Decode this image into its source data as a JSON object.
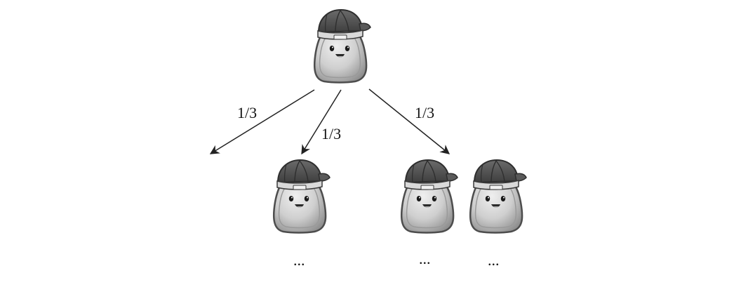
{
  "diagram": {
    "edges": [
      {
        "from": "root",
        "to": "empty",
        "label": "1/3"
      },
      {
        "from": "root",
        "to": "child-one",
        "label": "1/3"
      },
      {
        "from": "root",
        "to": "child-two",
        "label": "1/3"
      }
    ],
    "ellipses": [
      "...",
      "...",
      "..."
    ]
  },
  "colors": {
    "body_light": "#e6e6e6",
    "body_dark": "#8a8a8a",
    "outline": "#555555",
    "cap_dark": "#4a4a4a",
    "cap_mid": "#7a7a7a",
    "band": "#dcdcdc",
    "arrow": "#222222"
  },
  "icons": [
    "creature-icon"
  ]
}
